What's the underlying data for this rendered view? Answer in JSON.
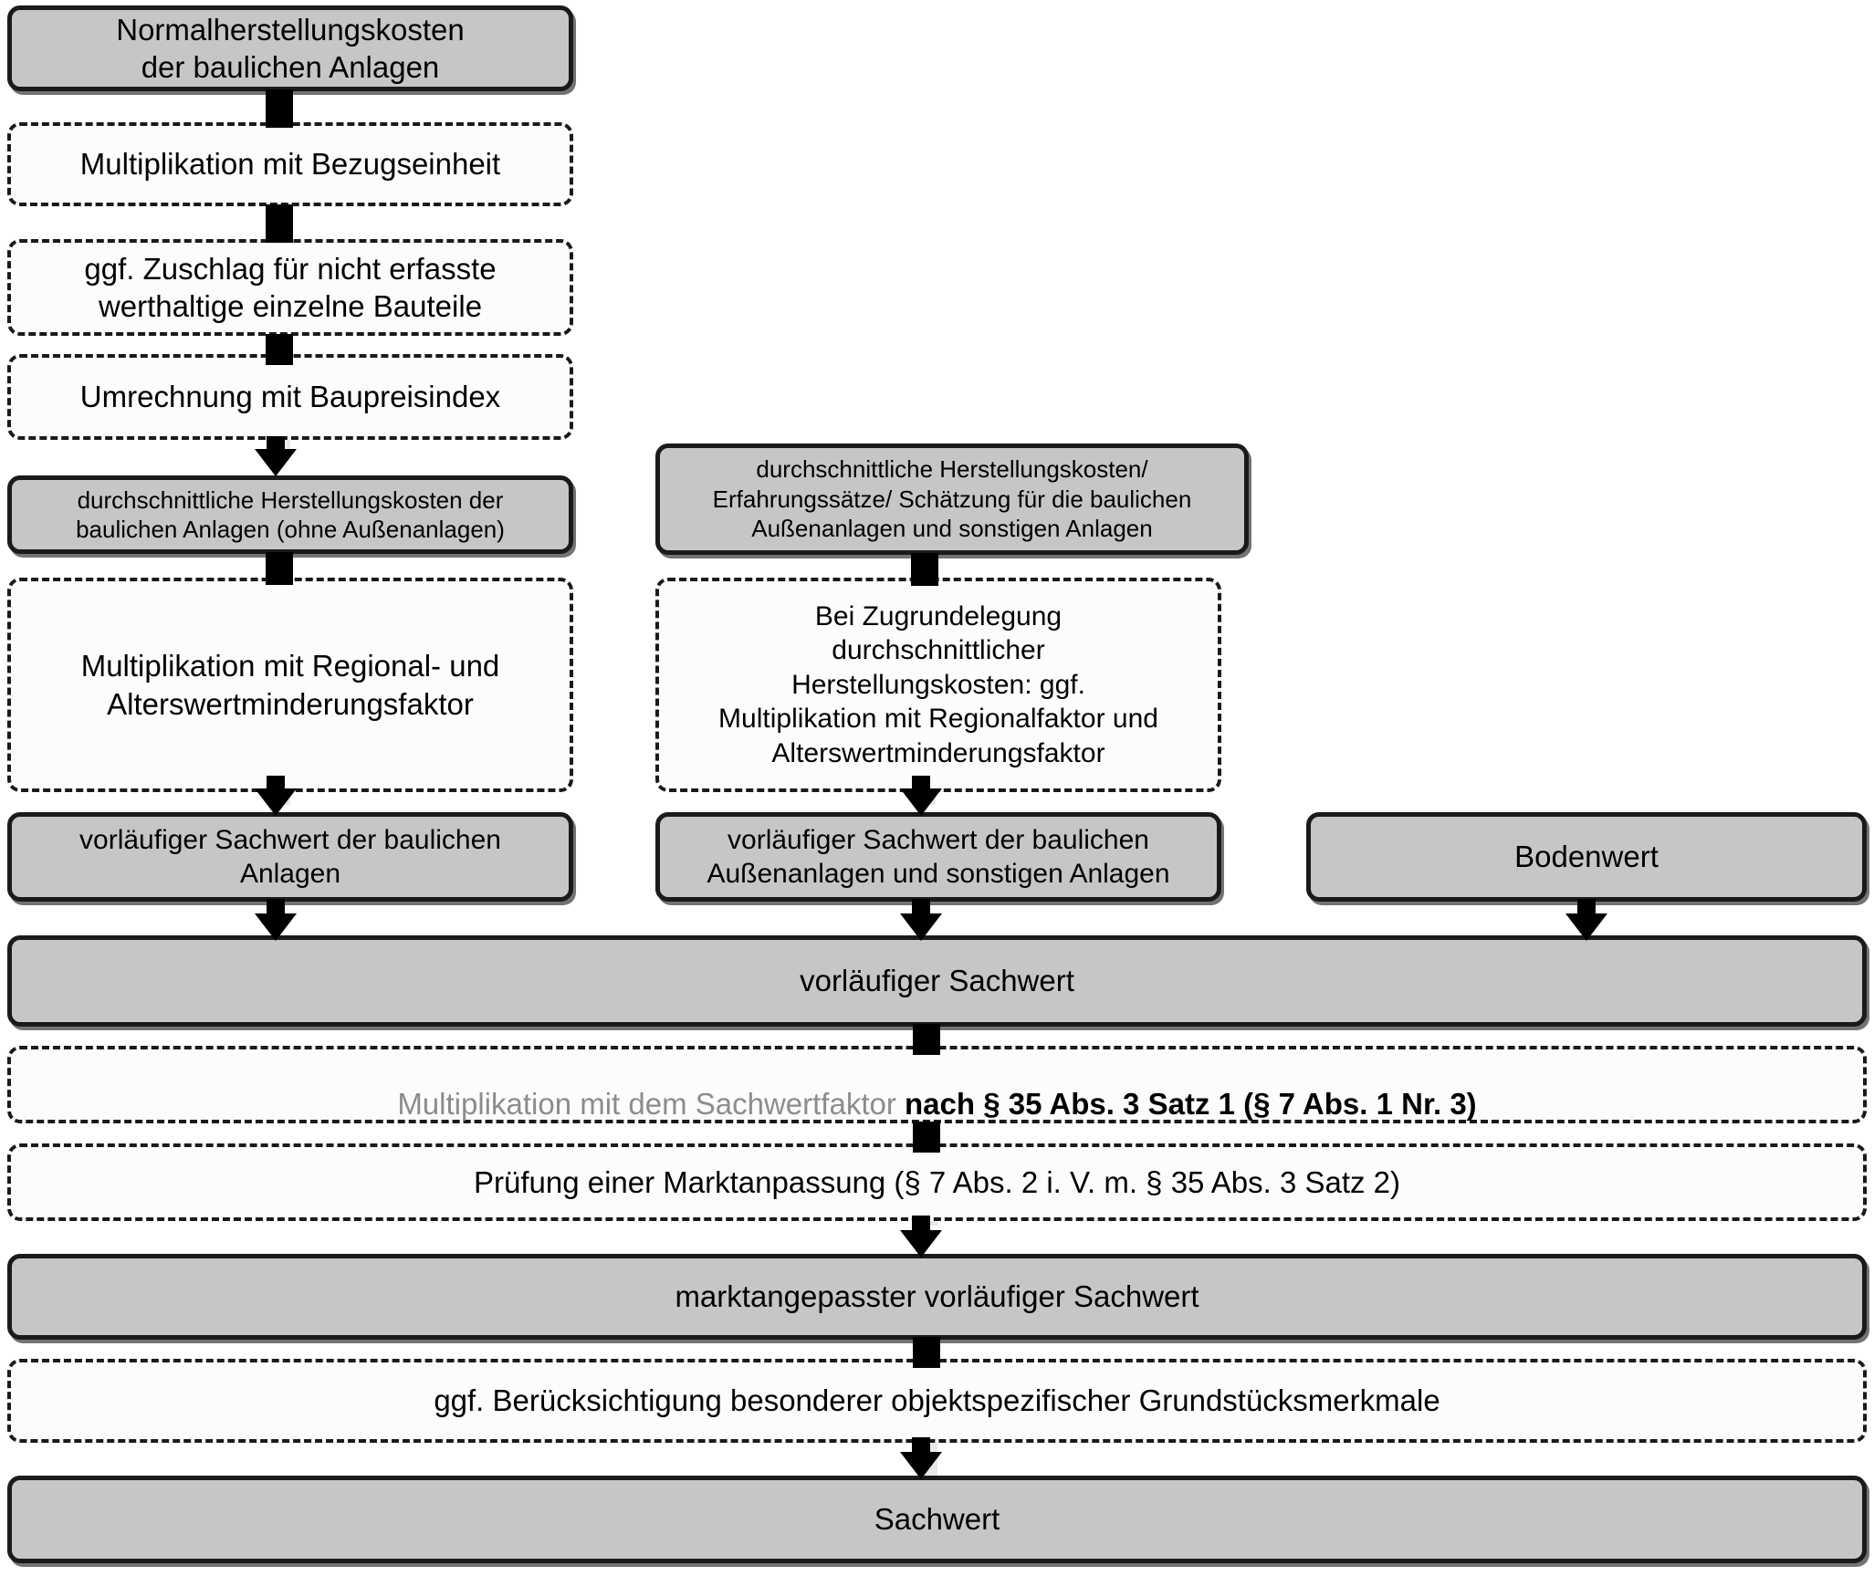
{
  "diagram": {
    "title": "Sachwertverfahren Ablaufschema",
    "language": "de",
    "colors": {
      "node_fill": "#c6c6c6",
      "node_border": "#1a1a1a",
      "process_fill": "#fcfcfc",
      "connector": "#000000",
      "ribbon": "#e9e9e9",
      "muted_text": "#8c8c8c"
    }
  },
  "nodes": {
    "normalherstellungskosten": "Normalherstellungskosten\nder baulichen Anlagen",
    "multiplikation_bezugseinheit": "Multiplikation mit Bezugseinheit",
    "zuschlag_bauteile": "ggf.  Zuschlag für nicht erfasste\nwerthaltige einzelne Bauteile",
    "umrechnung_baupreisindex": "Umrechnung mit Baupreisindex",
    "durchschn_herstellungskosten_bauliche": "durchschnittliche Herstellungskosten der\nbaulichen Anlagen (ohne Außenanlagen)",
    "multiplikation_regional_alter": "Multiplikation mit Regional- und\nAlterswertminderungsfaktor",
    "vorlaeufiger_sachwert_bauliche": "vorläufiger Sachwert der baulichen\nAnlagen",
    "durchschn_herstellungskosten_aussen": "durchschnittliche Herstellungskosten/\nErfahrungssätze/ Schätzung für die baulichen\nAußenanlagen und sonstigen Anlagen",
    "bei_zugrundelegung": "Bei Zugrundelegung\ndurchschnittlicher\nHerstellungskosten: ggf.\nMultiplikation mit Regionalfaktor und\nAlterswertminderungsfaktor",
    "vorlaeufiger_sachwert_aussen": "vorläufiger Sachwert der baulichen\nAußenanlagen und sonstigen Anlagen",
    "bodenwert": "Bodenwert",
    "vorlaeufiger_sachwert": "vorläufiger Sachwert",
    "sachwertfaktor_muted": "Multiplikation mit dem Sachwertfaktor",
    "sachwertfaktor_bold": " nach § 35 Abs. 3 Satz 1 (§ 7 Abs. 1 Nr. 3)",
    "marktanpassung": "Prüfung einer Marktanpassung  (§ 7 Abs. 2 i. V. m. § 35 Abs. 3 Satz 2)",
    "marktangepasster_sachwert": "marktangepasster vorläufiger Sachwert",
    "grundstuecksmerkmale": "ggf. Berücksichtigung besonderer objektspezifischer Grundstücksmerkmale",
    "sachwert": "Sachwert"
  }
}
